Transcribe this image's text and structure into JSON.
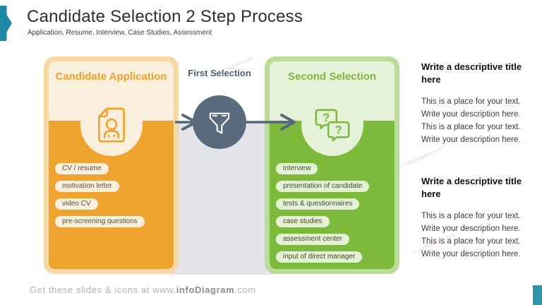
{
  "slide": {
    "title": "Candidate Selection 2 Step Process",
    "subtitle": "Application, Resume, Interview, Case Studies, Assessment"
  },
  "diagram": {
    "step1": {
      "title": "Candidate Application",
      "icon": "cv-document-icon",
      "items": [
        "CV / resume",
        "motivation letter",
        "video CV",
        "pre-screening questions"
      ]
    },
    "connector": {
      "label": "First Selection",
      "icon": "funnel-icon"
    },
    "step2": {
      "title": "Second Selection",
      "icon": "question-chat-icon",
      "items": [
        "interview",
        "presentation of candidate",
        "tests & questionnaires",
        "case studies",
        "assessment center",
        "input of direct manager"
      ]
    }
  },
  "sidebar": {
    "blocks": [
      {
        "title": "Write a descriptive title here",
        "body": "This is a place for your text. Write your description here. This is a place for your text. Write your description here."
      },
      {
        "title": "Write a descriptive title here",
        "body": "This is a place for your text. Write your description here. This is a place for your text. Write your description here."
      }
    ]
  },
  "footer": {
    "prefix": "Get these slides & icons at www.",
    "brand": "infoDiagram",
    "suffix": ".com"
  },
  "watermark": "© infoDiagram.com",
  "colors": {
    "accent_teal": "#1E87A2",
    "orange": "#EFA42F",
    "orange_light": "#FAEFDC",
    "green": "#7DBA3C",
    "green_light": "#E6F2D8",
    "slate": "#5A6B7D",
    "panel_gray": "#E3E5E9"
  }
}
